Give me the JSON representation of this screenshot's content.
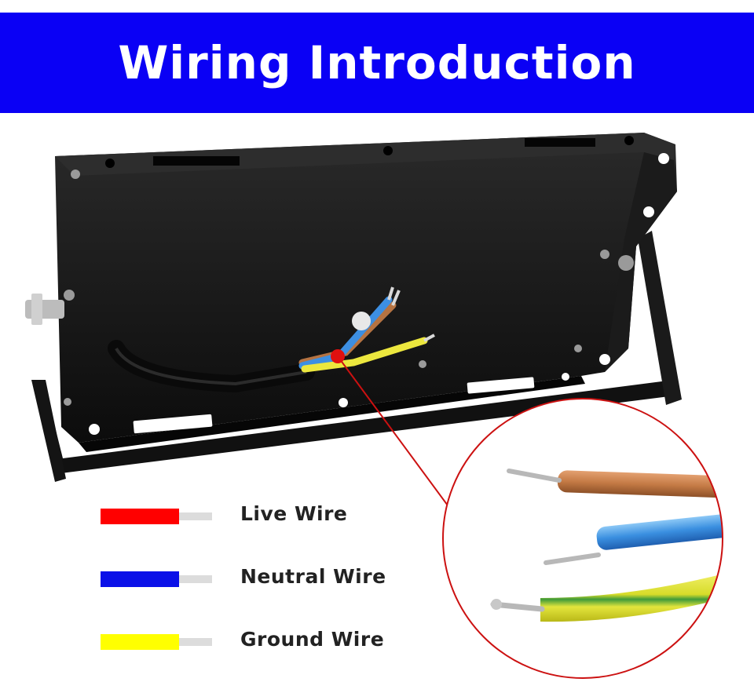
{
  "title": "Wiring Introduction",
  "colors": {
    "banner": "#0a00f5",
    "live": "#ff0000",
    "neutral": "#0a10e8",
    "ground": "#ffff00",
    "callout": "#cc1111",
    "housing": "#111111"
  },
  "legend": [
    {
      "label": "Live Wire",
      "color": "#ff0000"
    },
    {
      "label": "Neutral Wire",
      "color": "#0a10e8"
    },
    {
      "label": "Ground Wire",
      "color": "#ffff00"
    }
  ],
  "image": {
    "subject": "flood-light-rear-housing",
    "detail": "wire-closeup-callout"
  }
}
